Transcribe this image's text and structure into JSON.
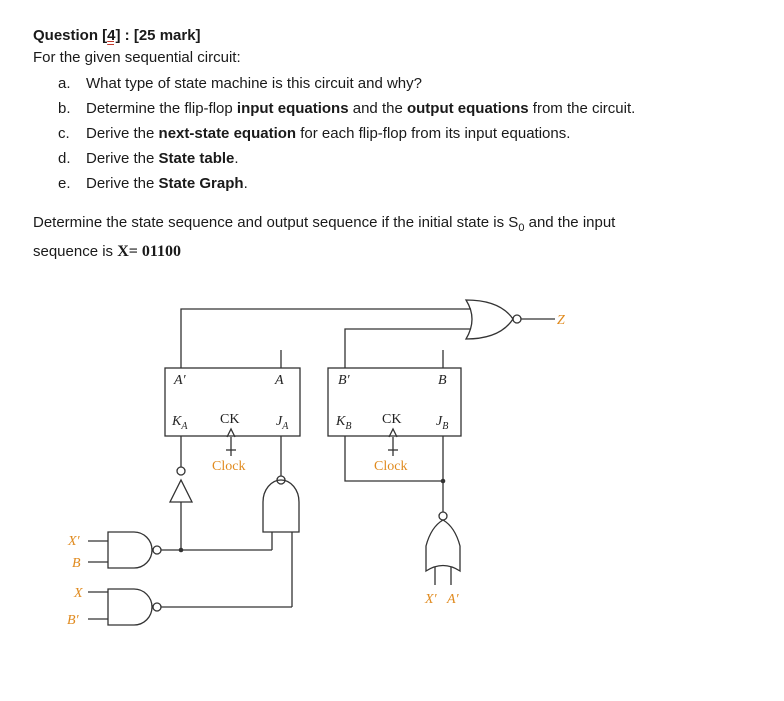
{
  "question": {
    "prefix": "Question [",
    "number": "4]",
    "suffix": " : [25 mark]",
    "intro": "For the given sequential circuit:"
  },
  "items": [
    {
      "marker": "a.",
      "parts": [
        {
          "t": "What type of state machine is this circuit and why?",
          "b": false
        }
      ]
    },
    {
      "marker": "b.",
      "parts": [
        {
          "t": "Determine the flip-flop ",
          "b": false
        },
        {
          "t": "input equations",
          "b": true
        },
        {
          "t": " and the ",
          "b": false
        },
        {
          "t": "output equations",
          "b": true
        },
        {
          "t": " from the circuit.",
          "b": false
        }
      ]
    },
    {
      "marker": "c.",
      "parts": [
        {
          "t": "Derive the ",
          "b": false
        },
        {
          "t": "next-state equation",
          "b": true
        },
        {
          "t": " for each flip-flop from its input equations.",
          "b": false
        }
      ]
    },
    {
      "marker": "d.",
      "parts": [
        {
          "t": "Derive the ",
          "b": false
        },
        {
          "t": "State table",
          "b": true
        },
        {
          "t": ".",
          "b": false
        }
      ]
    },
    {
      "marker": "e.",
      "parts": [
        {
          "t": "Derive the ",
          "b": false
        },
        {
          "t": "State Graph",
          "b": true
        },
        {
          "t": ".",
          "b": false
        }
      ]
    }
  ],
  "sequence": {
    "line1": "Determine the state sequence and output sequence if the initial state is S",
    "sub": "0",
    "line1_end": " and the input",
    "line2": "sequence is ",
    "input": "X= 01100"
  },
  "circuit": {
    "ff_a": {
      "q_bar": "A′",
      "q": "A",
      "k": "K",
      "k_sub": "A",
      "ck": "CK",
      "j": "J",
      "j_sub": "A",
      "clock": "Clock"
    },
    "ff_b": {
      "q_bar": "B′",
      "q": "B",
      "k": "K",
      "k_sub": "B",
      "ck": "CK",
      "j": "J",
      "j_sub": "B",
      "clock": "Clock"
    },
    "output": "Z",
    "inputs": {
      "x_bar": "X′",
      "b": "B",
      "x": "X",
      "b_bar": "B′",
      "or_x_bar": "X′",
      "or_a_bar": "A′"
    }
  }
}
